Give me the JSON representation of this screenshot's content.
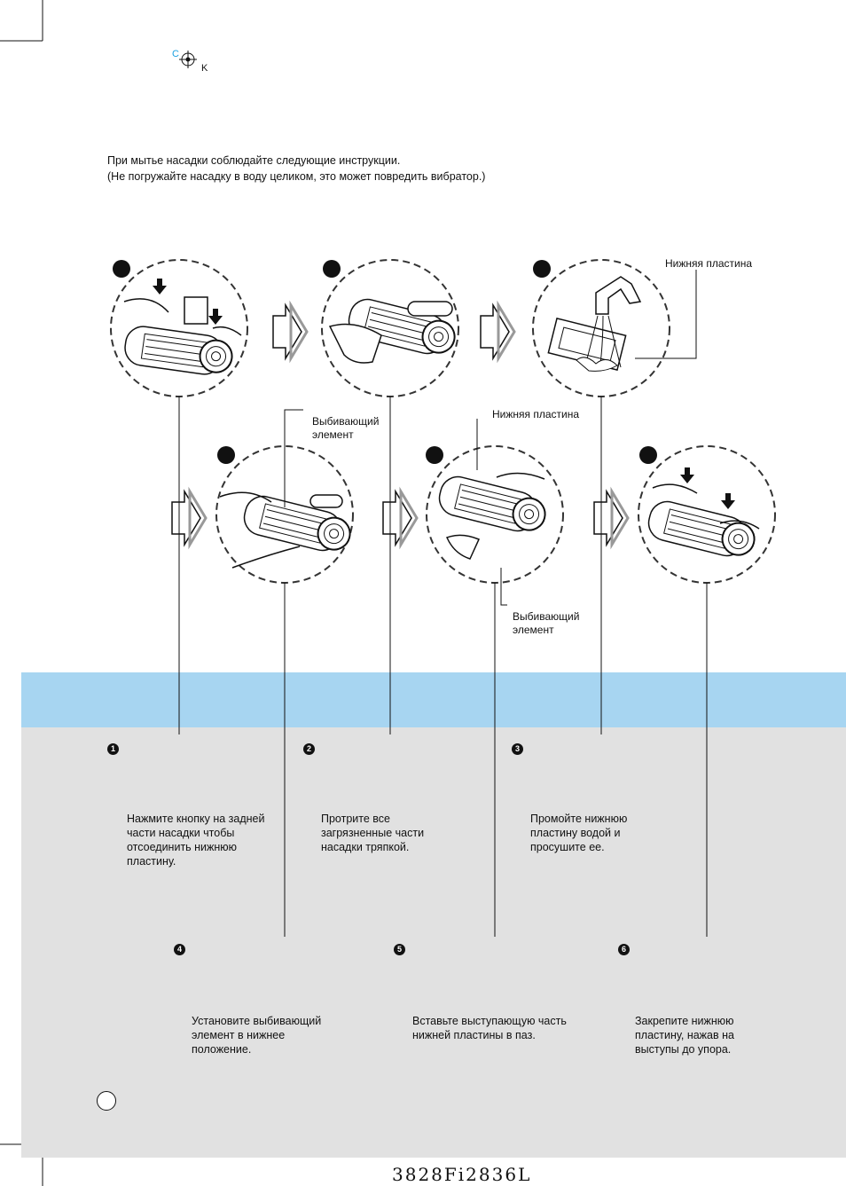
{
  "registration": {
    "c": "C",
    "k": "K"
  },
  "intro": {
    "line1": "При мытье насадки соблюдайте следующие инструкции.",
    "line2": "(Не погружайте насадку в воду целиком, это может повредить вибратор.)"
  },
  "callouts": {
    "bottom_plate_top": "Нижняя пластина",
    "beater_left_1": "Выбивающий",
    "beater_left_2": "элемент",
    "bottom_plate_mid": "Нижняя пластина",
    "beater_right_1": "Выбивающий",
    "beater_right_2": "элемент"
  },
  "steps": [
    {
      "num": "1",
      "text": "Нажмите кнопку на задней части насадки чтобы отсоединить нижнюю пластину."
    },
    {
      "num": "2",
      "text": "Протрите все загрязненные части насадки тряпкой."
    },
    {
      "num": "3",
      "text": "Промойте нижнюю пластину водой и просушите ее."
    },
    {
      "num": "4",
      "text": "Установите выбивающий элемент в нижнее положение."
    },
    {
      "num": "5",
      "text": "Вставьте выступающую часть нижней пластины в паз."
    },
    {
      "num": "6",
      "text": "Закрепите нижнюю пластину, нажав на выступы до упора."
    }
  ],
  "footer": {
    "doc_code": "3828Fi2836L"
  },
  "colors": {
    "band_blue": "#a7d5f1",
    "panel_gray": "#e1e1e1",
    "reg_cyan": "#1aa0e0"
  }
}
